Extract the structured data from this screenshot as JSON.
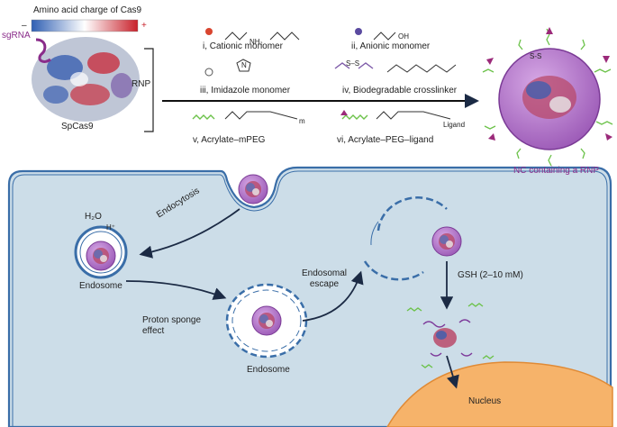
{
  "legend": {
    "title": "Amino acid charge of Cas9",
    "minus": "–",
    "plus": "+",
    "gradient_colors": [
      "#2f5fb3",
      "#ffffff",
      "#c8202a"
    ]
  },
  "protein": {
    "sgrna_label": "sgRNA",
    "name": "SpCas9",
    "rnp_label": "RNP"
  },
  "monomers": [
    {
      "label": "i, Cationic monomer",
      "structure_text": "NH₂",
      "marker_color": "#d9452f"
    },
    {
      "label": "ii, Anionic monomer",
      "structure_text": "OH",
      "marker_color": "#5a4aa0"
    },
    {
      "label": "iii, Imidazole monomer",
      "structure_text": "N",
      "marker_color": "#ffffff"
    },
    {
      "label": "iv, Biodegradable crosslinker",
      "structure_text": "S–S",
      "marker_color": "#7d5aa8"
    },
    {
      "label": "v, Acrylate–mPEG",
      "structure_text": "m",
      "marker_color": "#6cc24a"
    },
    {
      "label": "vi, Acrylate–PEG–ligand",
      "structure_text": "Ligand",
      "marker_color": "#9b2a7a"
    }
  ],
  "nanocapsule": {
    "label": "NC containing a RNP",
    "crosslink_text": "S-S"
  },
  "cell": {
    "h2o_label": "H₂O",
    "h_plus_label": "H⁺",
    "endocytosis": "Endocytosis",
    "endosome_1": "Endosome",
    "proton_sponge": "Proton sponge effect",
    "endosome_2": "Endosome",
    "endosomal_escape": "Endosomal escape",
    "gsh": "GSH (2–10 mM)",
    "nucleus": "Nucleus",
    "colors": {
      "cytoplasm": "#ccdde8",
      "membrane": "#3a6ea8",
      "nucleus": "#f6b36a",
      "capsule": "#9b59b6"
    }
  }
}
